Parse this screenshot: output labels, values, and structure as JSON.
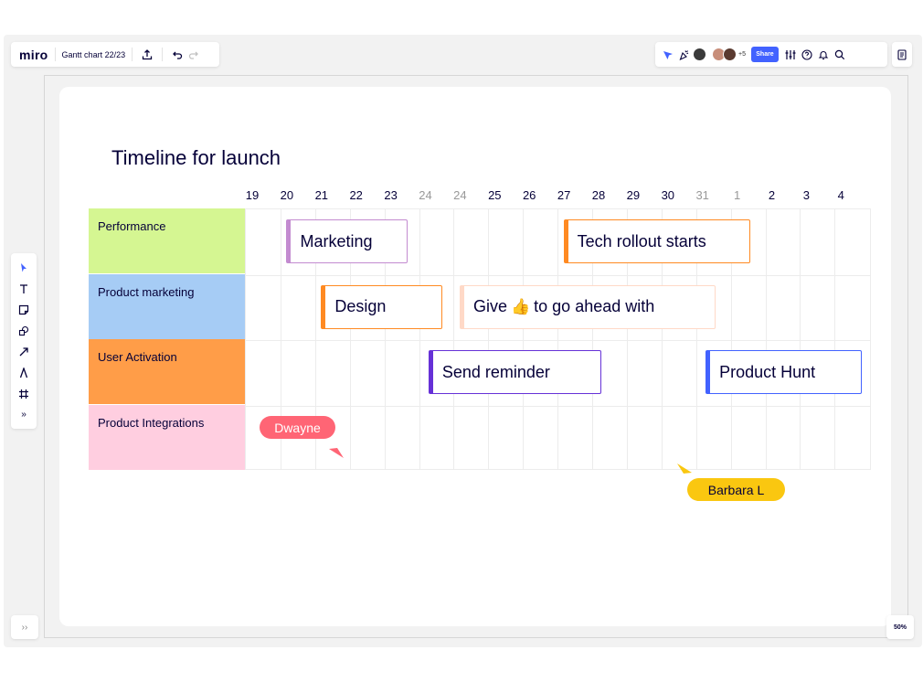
{
  "app": {
    "logo": "miro",
    "board_title": "Gantt chart 22/23"
  },
  "toolbar": {
    "share_label": "Share",
    "collaborators_extra": "+5",
    "zoom_level": "50%"
  },
  "avatars": [
    {
      "color": "#3a3a3a"
    },
    {
      "color": "#c88e7a"
    },
    {
      "color": "#5a3a30"
    }
  ],
  "timeline": {
    "title": "Timeline for launch",
    "days": [
      {
        "label": "19",
        "weekend": false
      },
      {
        "label": "20",
        "weekend": false
      },
      {
        "label": "21",
        "weekend": false
      },
      {
        "label": "22",
        "weekend": false
      },
      {
        "label": "23",
        "weekend": false
      },
      {
        "label": "24",
        "weekend": true
      },
      {
        "label": "24",
        "weekend": true
      },
      {
        "label": "25",
        "weekend": false
      },
      {
        "label": "26",
        "weekend": false
      },
      {
        "label": "27",
        "weekend": false
      },
      {
        "label": "28",
        "weekend": false
      },
      {
        "label": "29",
        "weekend": false
      },
      {
        "label": "30",
        "weekend": false
      },
      {
        "label": "31",
        "weekend": true
      },
      {
        "label": "1",
        "weekend": true
      },
      {
        "label": "2",
        "weekend": false
      },
      {
        "label": "3",
        "weekend": false
      },
      {
        "label": "4",
        "weekend": false
      }
    ],
    "rows": [
      {
        "label": "Performance",
        "color": "#d5f692"
      },
      {
        "label": "Product marketing",
        "color": "#a6ccf5"
      },
      {
        "label": "User Activation",
        "color": "#ff9d48"
      },
      {
        "label": "Product Integrations",
        "color": "#ffcee0"
      }
    ],
    "tasks": [
      {
        "row": 0,
        "start": 1.2,
        "end": 4.7,
        "label": "Marketing",
        "color": "#c38bd0"
      },
      {
        "row": 0,
        "start": 9.2,
        "end": 14.6,
        "label": "Tech rollout starts",
        "color": "#ff8a22"
      },
      {
        "row": 1,
        "start": 2.2,
        "end": 5.7,
        "label": "Design",
        "color": "#ff8a22"
      },
      {
        "row": 1,
        "start": 6.2,
        "end": 13.6,
        "label_before": "Give",
        "label_after": "to go ahead with",
        "color": "#ffd9c7",
        "emoji": "thumbs-up-icon"
      },
      {
        "row": 2,
        "start": 5.3,
        "end": 10.3,
        "label": "Send reminder",
        "color": "#6631d7"
      },
      {
        "row": 2,
        "start": 13.3,
        "end": 17.8,
        "label": "Product Hunt",
        "color": "#4262ff"
      }
    ],
    "cursors": [
      {
        "name": "Dwayne",
        "color": "#ff6575",
        "text_color": "#ffffff"
      },
      {
        "name": "Barbara L",
        "color": "#fac710",
        "text_color": "#050038"
      }
    ]
  }
}
